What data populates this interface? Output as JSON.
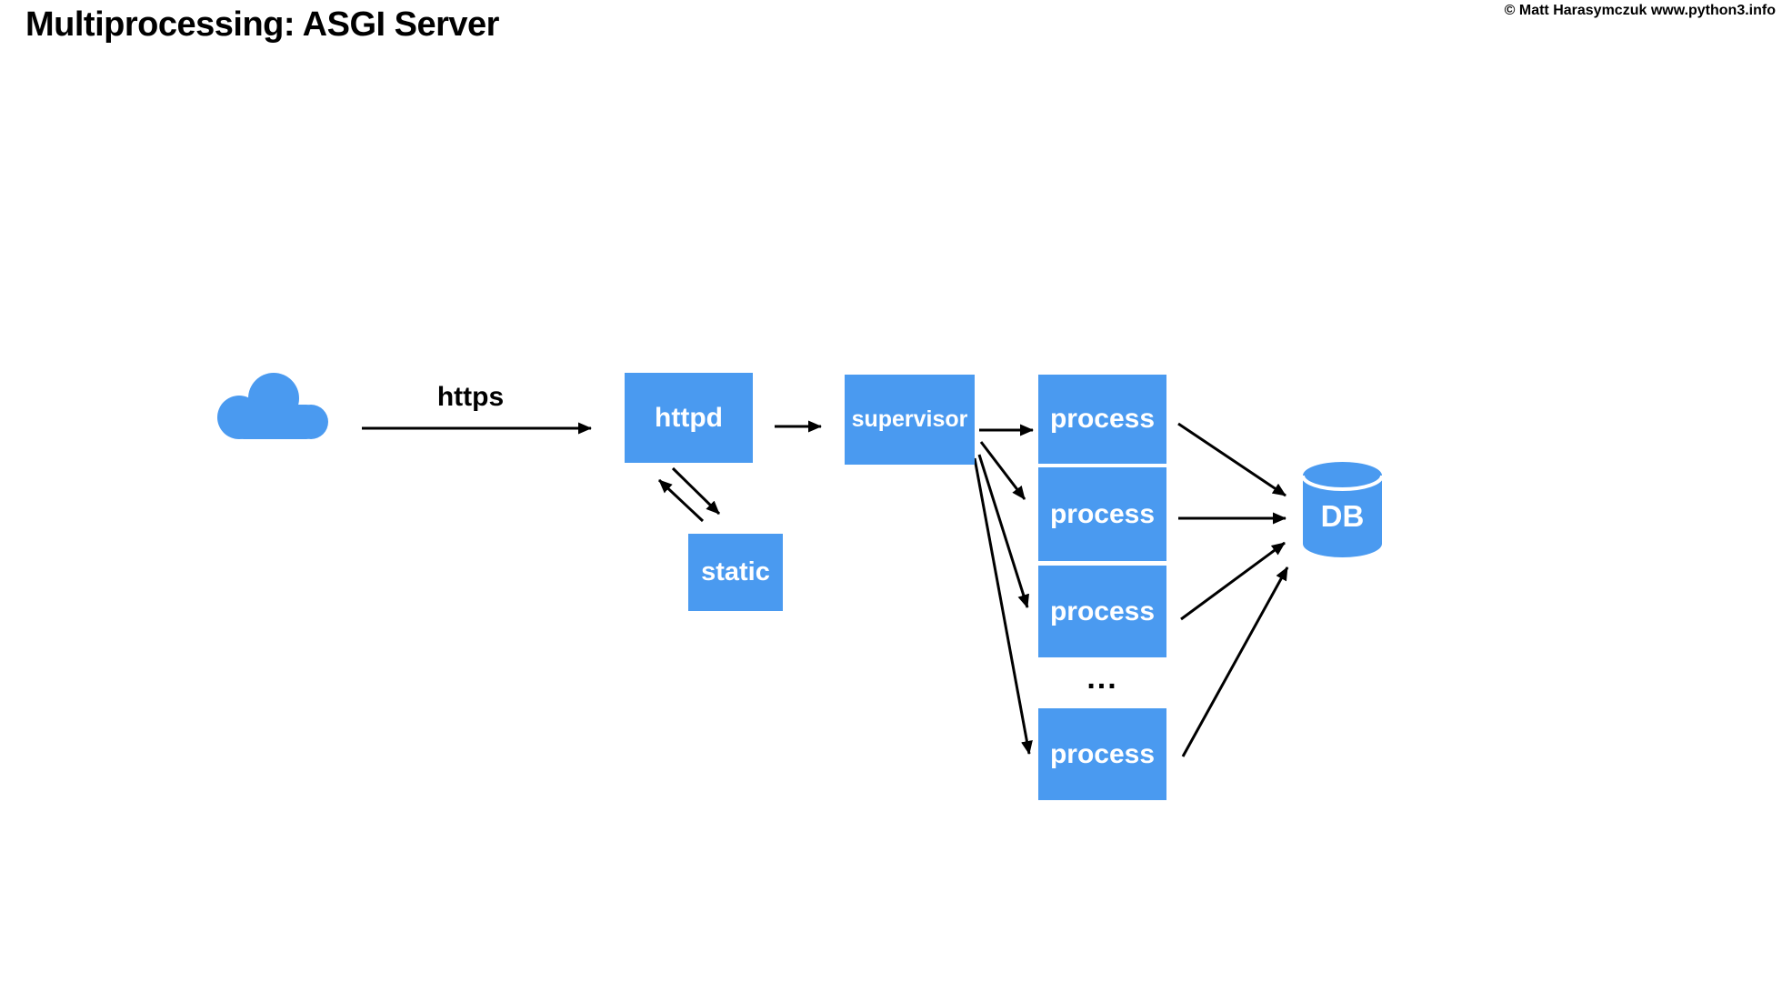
{
  "header": {
    "title": "Multiprocessing: ASGI Server",
    "copyright": "© Matt Harasymczuk www.python3.info"
  },
  "labels": {
    "https": "https",
    "ellipsis": "..."
  },
  "nodes": {
    "cloud": "internet-cloud",
    "httpd": "httpd",
    "supervisor": "supervisor",
    "static": "static",
    "process1": "process",
    "process2": "process",
    "process3": "process",
    "process4": "process",
    "db": "DB"
  },
  "edges": [
    {
      "from": "cloud",
      "to": "httpd",
      "label": "https"
    },
    {
      "from": "httpd",
      "to": "supervisor"
    },
    {
      "from": "httpd",
      "to": "static",
      "direction": "bidirectional"
    },
    {
      "from": "supervisor",
      "to": "process1"
    },
    {
      "from": "supervisor",
      "to": "process2"
    },
    {
      "from": "supervisor",
      "to": "process3"
    },
    {
      "from": "supervisor",
      "to": "process4"
    },
    {
      "from": "process1",
      "to": "db"
    },
    {
      "from": "process2",
      "to": "db"
    },
    {
      "from": "process3",
      "to": "db"
    },
    {
      "from": "process4",
      "to": "db"
    }
  ],
  "icons": [
    "cloud-icon",
    "db-cylinder-icon"
  ],
  "colors": {
    "node_fill": "#4a9af0",
    "arrow": "#000000",
    "node_text": "#ffffff",
    "background": "#ffffff",
    "heading_text": "#000000"
  }
}
